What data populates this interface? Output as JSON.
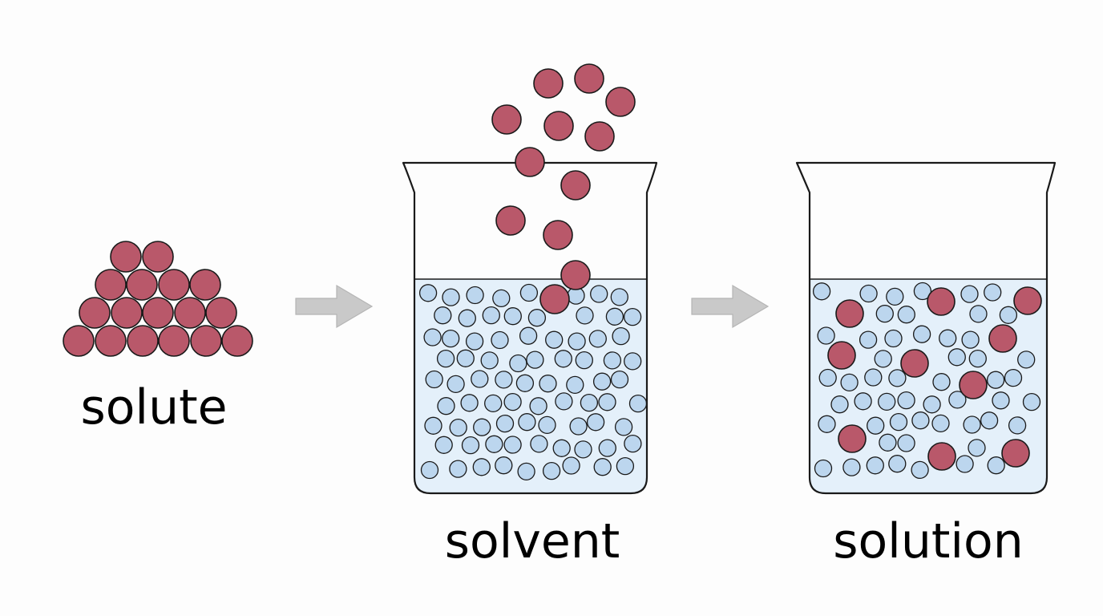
{
  "labels": {
    "solute": "solute",
    "solvent": "solvent",
    "solution": "solution"
  },
  "colors": {
    "solute_particle": "#b9586a",
    "solvent_particle": "#bcd6ee",
    "liquid": "#e4f0fa",
    "outline": "#1a1a1a",
    "arrow": "#c9c9c9",
    "background": "#fdfdfd"
  },
  "icons": [
    "right-arrow-icon",
    "beaker-icon"
  ]
}
